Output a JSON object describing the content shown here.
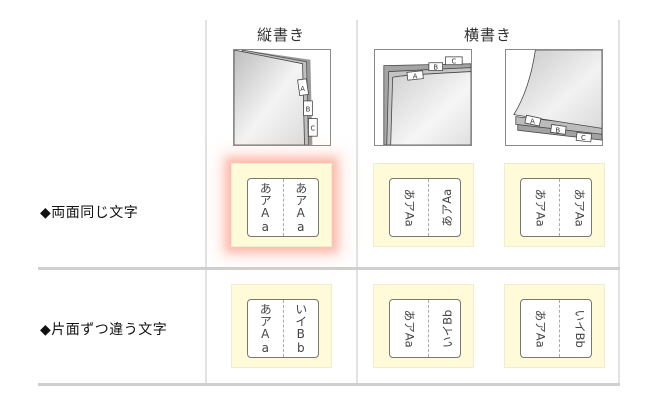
{
  "columns": {
    "vertical": {
      "heading": "縦書き"
    },
    "horizontal": {
      "heading": "横書き"
    }
  },
  "illustrations": [
    {
      "name": "vertical-tabs-right-edge",
      "tabs": [
        "A",
        "B",
        "C"
      ]
    },
    {
      "name": "horizontal-tabs-top-edge",
      "tabs": [
        "A",
        "B",
        "C"
      ]
    },
    {
      "name": "horizontal-tabs-bottom-edge",
      "tabs": [
        "A",
        "B",
        "C"
      ]
    }
  ],
  "rows": [
    {
      "label": "◆両面同じ文字",
      "cells": [
        {
          "left": "あアAa",
          "right": "あアAa",
          "selected": true
        },
        {
          "left": "あアAa",
          "right": "あアAa"
        },
        {
          "left": "あアAa",
          "right": "あアAa"
        }
      ]
    },
    {
      "label": "◆片面ずつ違う文字",
      "cells": [
        {
          "left": "あアAa",
          "right": "いイBb"
        },
        {
          "left": "あアAa",
          "right": "いイBb"
        },
        {
          "left": "あアAa",
          "right": "いイBb"
        }
      ]
    }
  ],
  "colors": {
    "label_bg": "#fffbd9",
    "selected_glow": "#ff9682",
    "grid_line": "#cfcfcf"
  }
}
